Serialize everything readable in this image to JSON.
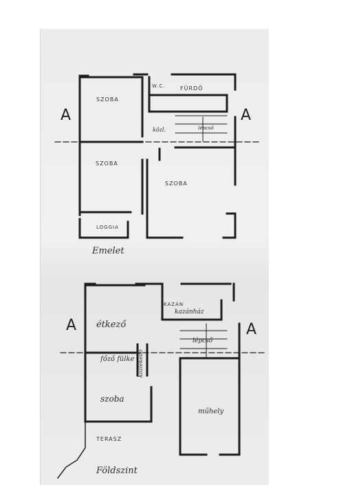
{
  "upper_floor": {
    "rooms": {
      "szoba_nw": "SZOBA",
      "wc": "W.C.",
      "furdo": "FÜRDŐ",
      "kozl": "közl.",
      "lepcso": "lépcső",
      "szoba_w": "SZOBA",
      "szoba_e": "SZOBA",
      "loggia": "LOGGIA"
    },
    "section_left": "A",
    "section_right": "A",
    "title": "Emelet"
  },
  "ground_floor": {
    "rooms": {
      "etkezo": "étkező",
      "kazan": "KAZÁN",
      "kazanhaz": "kazánház",
      "lepcso": "lépcső",
      "fozo_fulke": "főző fülke",
      "kozlekedo": "közlekedő",
      "szoba": "szoba",
      "muhely": "műhely",
      "terasz": "TERASZ"
    },
    "section_left": "A",
    "section_right": "A",
    "title": "Földszint"
  },
  "colors": {
    "ink": "#1c1c1c",
    "paper": "#ececec",
    "background": "#ffffff"
  }
}
